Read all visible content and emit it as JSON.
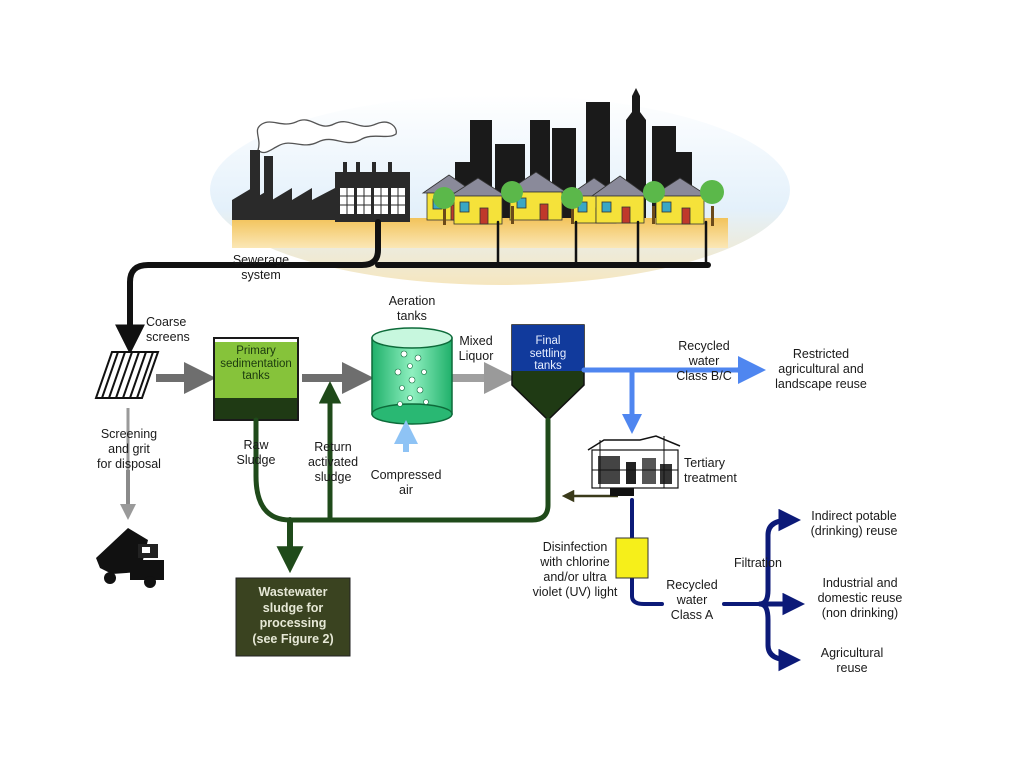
{
  "labels": {
    "sewerage": "Sewerage\nsystem",
    "coarse_screens": "Coarse\nscreens",
    "screening": "Screening\nand grit\nfor disposal",
    "primary_tanks": "Primary\nsedimentation\ntanks",
    "raw_sludge": "Raw\nSludge",
    "return_sludge": "Return\nactivated\nsludge",
    "aeration_tanks": "Aeration\ntanks",
    "compressed_air": "Compressed\nair",
    "mixed_liquor": "Mixed\nLiquor",
    "final_settling": "Final\nsettling\ntanks",
    "recycled_bc": "Recycled\nwater\nClass B/C",
    "restricted_reuse": "Restricted\nagricultural and\nlandscape reuse",
    "tertiary": "Tertiary\ntreatment",
    "disinfection": "Disinfection\nwith chlorine\nand/or ultra\nviolet (UV) light",
    "recycled_a": "Recycled\nwater\nClass A",
    "filtration": "Filtration",
    "indirect_potable": "Indirect potable\n(drinking) reuse",
    "industrial_domestic": "Industrial and\ndomestic reuse\n(non drinking)",
    "agricultural": "Agricultural\nreuse",
    "sludge_box": "Wastewater\nsludge for\nprocessing\n(see Figure 2)"
  },
  "colors": {
    "black_flow": "#111111",
    "grey_flow": "#7a7a7a",
    "sludge_flow": "#1f4a1a",
    "light_blue": "#4f86f0",
    "navy": "#0c1a78",
    "primary_tank": "#86c33a",
    "aeration": "#3fcf8c",
    "final_tank": "#113a9c",
    "sludge_box": "#3a4320",
    "uv_box": "#f6ef1a"
  }
}
